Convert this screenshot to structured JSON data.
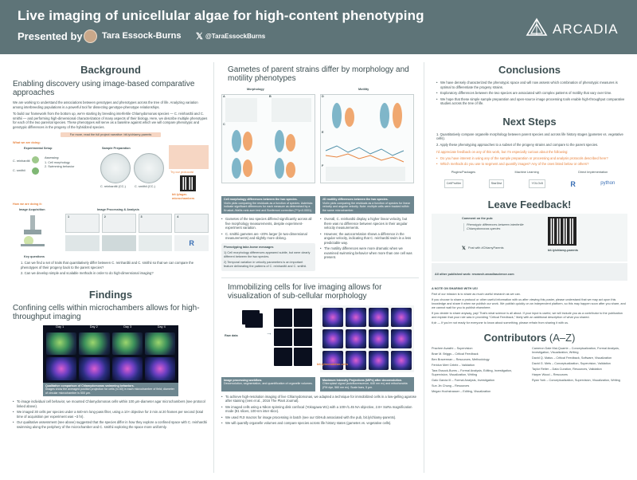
{
  "header": {
    "title": "Live imaging of unicellular algae for high-content phenotyping",
    "presented_by": "Presented by",
    "author": "Tara Essock-Burns",
    "handle": "@TaraEssockBurns",
    "org": "ARCADIA",
    "colors": {
      "header_bg": "#5e7478",
      "accent": "#e8843f",
      "caption_bg": "#6e8790"
    }
  },
  "background": {
    "heading": "Background",
    "subheading": "Enabling discovery using image-based comparative approaches",
    "para1": "We are working to understand the associations between genotypes and phenotypes across the tree of life. Analyzing variation among interbreeding populations is a powerful tool for dissecting genotype-phenotype relationships.",
    "para2": "To build our framework from the bottom up, we're starting by breeding interfertile Chlamydomonas species — C. reinhardtii and C. smithii — and performing high-dimensional characterization of many aspects of their biology. Here, we describe multiple phenotypes for each of the two parental species. These phenotypes will serve as a baseline against which we will compare phenotypic and genotypic differences in the progeny of the hybridized species.",
    "pill": "For more, read the full project narrative: bit.ly/chlamy-parents",
    "what_label": "What we are doing:",
    "exp_setup": "Experimental Setup",
    "sample_prep": "Sample Preparation",
    "species1": "C. reinhardtii",
    "species2": "C. smithii",
    "assessing": "Assessing:",
    "assess_items": [
      "1. Cell morphology",
      "2. Swimming behavior"
    ],
    "prep_cap1": "C. reinhardtii (CC-)",
    "prep_cap2": "C. smithii (CC-)",
    "qr_title": "Try our protocols!",
    "qr_link": "bit.ly/agar-microchambers",
    "how_label": "How we are doing it:",
    "image_acq": "Image Acquisition",
    "image_proc": "Image Processing & Analysis",
    "proc_steps": [
      "1",
      "2",
      "3",
      "4"
    ],
    "key_q_title": "Key questions",
    "key_qs": [
      "1. Can we find a set of traits that quantitatively differ between C. reinhardtii and C. smithii so that we can compare the phenotypes of their progeny back to the parent species?",
      "2. Can we develop simple and scalable methods in order to do high-dimensional imaging?"
    ]
  },
  "findings": {
    "heading": "Findings",
    "subheading": "Confining cells within microchambers allows for high-throughput imaging",
    "day_labels": [
      "Day 1",
      "Day 2",
      "Day 3",
      "Day 4"
    ],
    "caption_title": "Qualitative comparison of Chlamydomonas swimming behaviors.",
    "caption_body": "Images show the averaged position projection for cells (n=40) in each microchamber of field; diameter of circular microchamber is 500 µm.",
    "bullets": [
      "To image individual cell behavior, we mounted Chlamydomonas cells within 100 µm-diameter agar microchambers (see protocol linked above).",
      "We imaged 30 cells per species under a 640-nm long-pass filter, using a 10× objective for 3 min at 20 frames per second (total time of acquisition per experiment was ~3 hr).",
      "Our qualitative assessment (see above) suggested that the species differ in how they explore a confined space with C. reinhardtii swimming along the periphery of the microchamber and C. smithii exploring the space more uniformly."
    ]
  },
  "gametes": {
    "heading": "Gametes of parent strains differ by morphology and motility phenotypes",
    "morph_label": "Morphology",
    "motility_label": "Motility",
    "panel_letters": [
      "A",
      "B",
      "C",
      "D",
      "E",
      "F"
    ],
    "morph_cap_title": "Cell morphology differences between the two species.",
    "morph_cap_body": "Violin plots comparing the residuals as a function of species. Asterisks indicate significant differences for each measure as determined by a Kruskal–Wallis rank-sum test and Bonferroni correction (***p<0.0001).",
    "motility_cap_title": "2D motility differences between the two species.",
    "motility_cap_body": "Violin plots comparing the residuals as a function of species for linear velocity and angular velocity. Note: multiple cells were tracked within the same microchamber.",
    "morph_bullets": [
      "Gametes of the two species differed significantly across all five morphology measurements, despite experiment-experiment variation.",
      "C. smithii gametes are ~20% larger (in two-dimensional measurements) and slightly more oblong."
    ],
    "takehome_title": "Phenotyping take-home messages",
    "takehome_items": [
      "1) Cell morphology differences appeared subtle, but were clearly different between the two species.",
      "2) Temporal variation in velocity parameters is an important feature delineating the patterns of C. reinhardtii and C. smithii."
    ],
    "motility_bullets": [
      "Overall, C. reinhardtii display a higher linear velocity, but there was no difference between species in their angular velocity measurements.",
      "However, the autocorrelation shows a difference in the angular velocity, indicating that C. reinhardtii swim in a less predictable way.",
      "The motility differences were more dramatic when we examined swimming behavior when more than one cell was present."
    ]
  },
  "immobilizing": {
    "heading": "Immobilizing cells for live imaging allows for visualization of sub-cellular morphology",
    "raw_data_label": "Raw data",
    "proc_cap_title": "Image processing workflow.",
    "proc_cap_body": "Deconvolution, segmentation, and quantification of organelle volumes.",
    "mip_cap_title": "Maximum Intensity Projections (MIPs) after deconvolution.",
    "mip_cap_body": "Chloroplast signal (autofluorescence, 640 nm ex) and mitochondria (FM dye, 560 nm ex). Scale bars, 5 µm.",
    "bullets": [
      "To achieve high-resolution imaging of live Chlamydomonas, we adapted a technique for immobilized cells in a low-gelling agarose after staining (Ives et al., 2016 The Plant Journal).",
      "We imaged cells using a Nikon spinning disk confocal (Yokogawa W1) with a 100×/1.45 NA objective, 2.8× SoRa magnification mode (81 slices, 100-nm inter slice).",
      "We used FIJI macros for image processing in batch (see our GitHub associated with the pub, bit.ly/chlamy-parents).",
      "We will quantify organelle volumes and compare species across life history states (gametes vs. vegetative cells)."
    ],
    "link_text": "bit.ly/immobilize-cells"
  },
  "conclusions": {
    "heading": "Conclusions",
    "bullets": [
      "We have densely characterized the phenotypic space and will now assess which combination of phenotypic measures is optimal to differentiate the progeny strains.",
      "Exploratory differences between the two species are associated with complex patterns of motility that vary over time.",
      "We hope that these simple sample preparation and open-source image processing tools enable high-throughput comparative studies across the tree of life."
    ]
  },
  "next_steps": {
    "heading": "Next Steps",
    "items": [
      "1. Quantitatively compare organelle morphology between parent species and across life history stages (gametes vs. vegetative cells).",
      "2. Apply these phenotyping approaches to a subset of the progeny strains and compare to the parent species."
    ],
    "orange_lead": "I'd appreciate feedback on any of this work, but I'm especially curious about the following:",
    "orange_items": [
      "Do you have interest in using any of the sample preparation or processing and analysis protocols described here?",
      "Which methods do you use to segment and quantify images? Any of the ones listed below or others?"
    ],
    "tool_headers": [
      "Plugins/Packages",
      "Machine Learning",
      "Direct Implementation"
    ],
    "tools": [
      "CellProfiler",
      "StarDist",
      "YOLOv5",
      "R",
      "python"
    ]
  },
  "feedback": {
    "heading": "Leave Feedback!",
    "comment_lead": "Comment on the pub:",
    "pub_title": "Phenotypic differences between interfertile Chlamydomonas species",
    "post_text": "Post with #ChlamyParents",
    "qr_link": "bit.ly/chlamy-parents",
    "other_work": "All other published work: research.arcadiascience.com"
  },
  "sharing": {
    "title": "A NOTE ON SHARING WITH US!",
    "para1": "Part of our mission is to share as much useful research as we can.",
    "para2": "If you choose to share a protocol or other useful information with us after viewing this poster, please understand that we may act upon this knowledge and share it when we publish our work. We publish quickly on an independent platform, so this may happen soon after you share, and we cannot wait for you to publish elsewhere.",
    "para3": "If you decide to share anyway, yay! That's what science is all about. If your input is useful, we will include you as a contributor to the publication and explain that your role was in providing \"Critical Feedback,\" likely with an additional description of what you shared.",
    "para4": "tl;dr — If you're not ready for everyone to know about something, please refrain from sharing it with us."
  },
  "contributors": {
    "heading": "Contributors",
    "suffix": "(A–Z)",
    "left": [
      "Prachee Avasthi – Supervision",
      "Brae M. Briggs – Critical Feedback",
      "Ben Braverman – Resources, Methodology",
      "Feridun Mert Celebi – Validation",
      "Tara Essock-Burns – Formal Analysis, Editing, Investigation, Supervision, Visualization, Writing",
      "Galo Garcia III – Formal Analysis, Investigation",
      "Sun Jin Chung – Resources",
      "Megan Hochstrasser – Editing, Visualization"
    ],
    "right": [
      "Cameron Dale Mai-Quarrie – Conceptualization, Formal Analysis, Investigation, Visualization, Writing",
      "David Q. Matus – Critical Feedback, Software, Visualization",
      "David G. Mets – Conceptualization, Supervision, Validation",
      "Taylor Reiter – Data Curation, Resources, Validation",
      "Harper Wood – Resources",
      "Ryan York – Conceptualization, Supervision, Visualization, Writing"
    ]
  }
}
